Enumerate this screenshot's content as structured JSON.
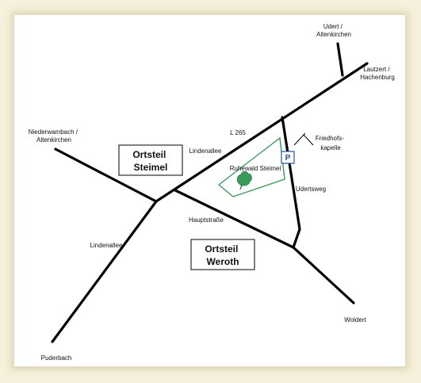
{
  "colors": {
    "road": "#000000",
    "forest": "#3a9a5a",
    "parking": "#2a4fa0",
    "background": "#f6f1dc"
  },
  "boxes": {
    "steimel": [
      "Ortsteil",
      "Steimel"
    ],
    "weroth": [
      "Ortsteil",
      "Weroth"
    ]
  },
  "labels": {
    "udert": [
      "Udert /",
      "Altenkirchen"
    ],
    "lautzert": [
      "Lautzert /",
      "Hachenburg"
    ],
    "niederwambach": [
      "Niederwambach /",
      "Altenkirchen"
    ],
    "friedhof": [
      "Friedhofs-",
      "kapelle"
    ],
    "l265": "L 265",
    "lindenallee_upper": "Lindenallee",
    "lindenallee_lower": "Lindenallee",
    "ruhewald": "Ruhewald Steimel",
    "udertsweg": "Udertsweg",
    "hauptstrasse": "Hauptstraße",
    "woldert": "Woldert",
    "puderbach": "Puderbach",
    "parking": "P"
  },
  "icons": {
    "parking": "parking-sign-icon",
    "chapel": "chapel-icon",
    "forest": "tree-icon"
  }
}
